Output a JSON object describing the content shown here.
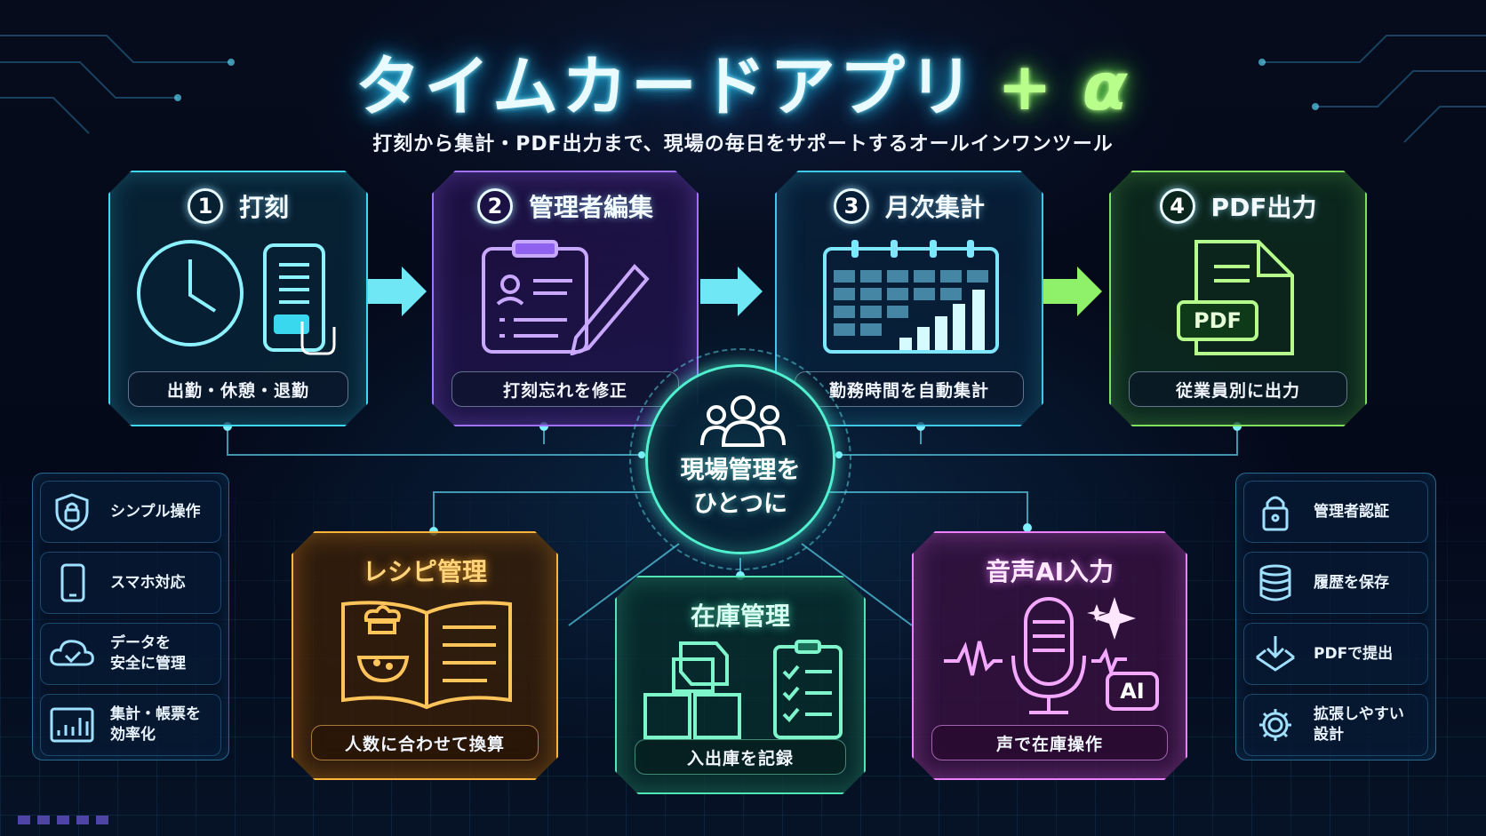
{
  "title": {
    "main": "タイムカードアプリ",
    "suffix": "+ α"
  },
  "subtitle": "打刻から集計・PDF出力まで、現場の毎日をサポートするオールインワンツール",
  "steps": [
    {
      "number": "1",
      "title": "打刻",
      "caption": "出勤・休憩・退勤",
      "icon": "clock-and-phone-icon",
      "color": "#3fd6ef"
    },
    {
      "number": "2",
      "title": "管理者編集",
      "caption": "打刻忘れを修正",
      "icon": "clipboard-pencil-icon",
      "color": "#a070ff"
    },
    {
      "number": "3",
      "title": "月次集計",
      "caption": "勤務時間を自動集計",
      "icon": "calendar-chart-icon",
      "color": "#40c8e8"
    },
    {
      "number": "4",
      "title": "PDF出力",
      "caption": "従業員別に出力",
      "icon": "pdf-document-icon",
      "color": "#7fe05c",
      "pdf_label": "PDF"
    }
  ],
  "hub": {
    "line1": "現場管理を",
    "line2": "ひとつに",
    "icon": "people-group-icon"
  },
  "features": [
    {
      "title": "レシピ管理",
      "caption": "人数に合わせて換算",
      "icon": "recipe-book-icon",
      "color": "#ffb53a"
    },
    {
      "title": "在庫管理",
      "caption": "入出庫を記録",
      "icon": "boxes-checklist-icon",
      "color": "#4fe6b4"
    },
    {
      "title": "音声AI入力",
      "caption": "声で在庫操作",
      "icon": "microphone-ai-icon",
      "color": "#ee7fff",
      "ai_label": "AI"
    }
  ],
  "left_panel": [
    {
      "label": "シンプル操作",
      "icon": "shield-lock-icon"
    },
    {
      "label": "スマホ対応",
      "icon": "smartphone-icon"
    },
    {
      "label": "データを\n安全に管理",
      "icon": "cloud-check-icon"
    },
    {
      "label": "集計・帳票を\n効率化",
      "icon": "bar-chart-icon"
    }
  ],
  "right_panel": [
    {
      "label": "管理者認証",
      "icon": "padlock-icon"
    },
    {
      "label": "履歴を保存",
      "icon": "database-icon"
    },
    {
      "label": "PDFで提出",
      "icon": "download-tray-icon"
    },
    {
      "label": "拡張しやすい\n設計",
      "icon": "gear-icon"
    }
  ]
}
